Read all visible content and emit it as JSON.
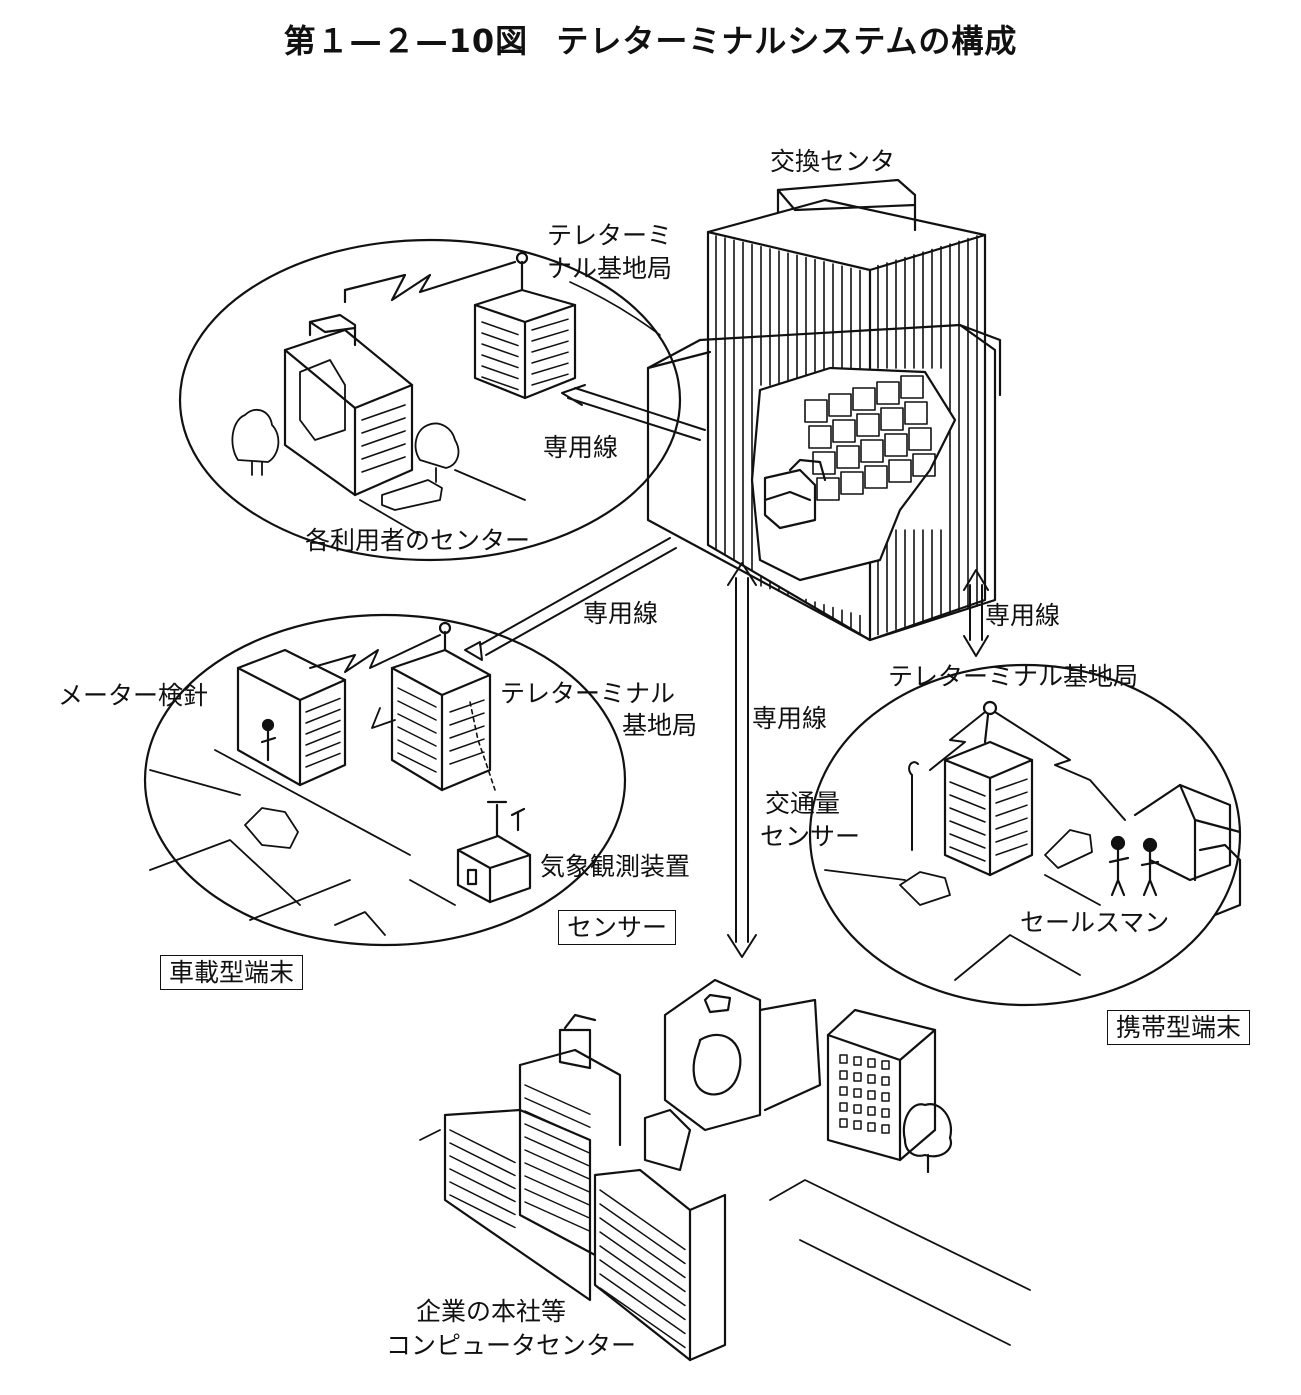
{
  "title": {
    "figure_no": "第１—２—10図",
    "caption": "テレターミナルシステムの構成"
  },
  "labels": {
    "exchange_center": "交換センタ",
    "base_station_top_l1": "テレターミ",
    "base_station_top_l2": "ナル基地局",
    "leased_line_1": "専用線",
    "user_center": "各利用者のセンター",
    "leased_line_2": "専用線",
    "leased_line_3": "専用線",
    "leased_line_4": "専用線",
    "meter_reading": "メーター検針",
    "base_station_left_l1": "テレターミナル",
    "base_station_left_l2": "基地局",
    "weather_device": "気象観測装置",
    "sensor": "センサー",
    "vehicle_terminal": "車載型端末",
    "base_station_right": "テレターミナル基地局",
    "traffic_sensor_l1": "交通量",
    "traffic_sensor_l2": "センサー",
    "salesman": "セールスマン",
    "portable_terminal": "携帯型端末",
    "corp_center_l1": "企業の本社等",
    "corp_center_l2": "コンピュータセンター"
  }
}
